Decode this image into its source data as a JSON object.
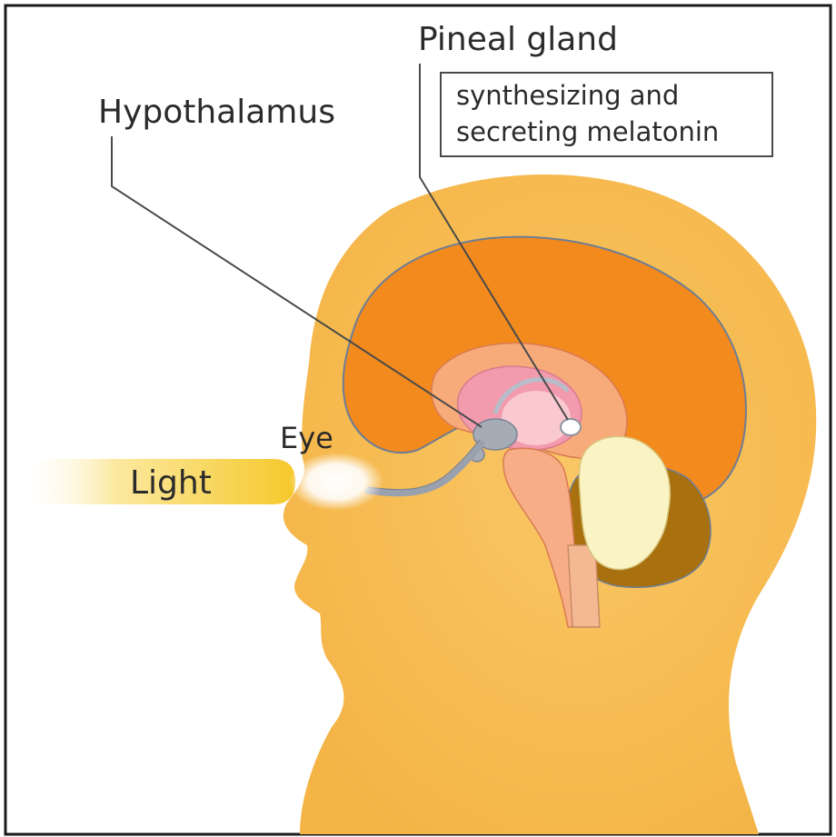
{
  "labels": {
    "pineal_gland": "Pineal gland",
    "pineal_note_line1": "synthesizing and",
    "pineal_note_line2": "secreting melatonin",
    "hypothalamus": "Hypothalamus",
    "eye": "Eye",
    "light": "Light"
  },
  "colors": {
    "skin": "#F7BE52",
    "brain": "#F28A1E",
    "inner_brain": "#F8A878",
    "thalamus": "#F29AAE",
    "cerebellum": "#FAF3C4",
    "cerebellum_rim": "#A8700E",
    "nerve": "#9AA1AE",
    "light_beam": "#F7CB2E"
  }
}
